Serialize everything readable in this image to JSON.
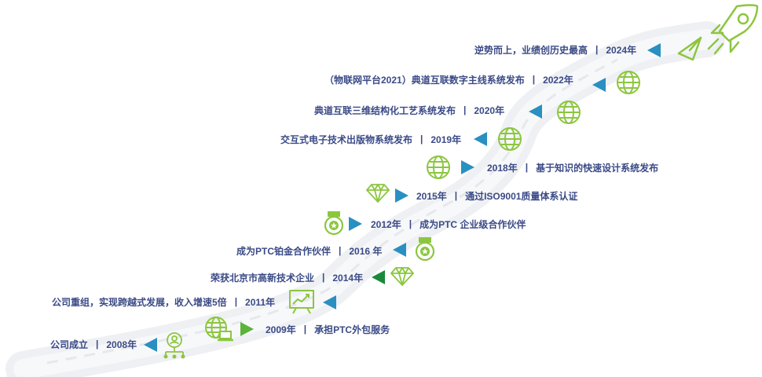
{
  "colors": {
    "accent_blue": "#2a8fc1",
    "accent_green": "#1a8a3a",
    "icon_green": "#8cc63f",
    "text": "#3a4a86"
  },
  "milestones": [
    {
      "year": "2024年",
      "sep": "|",
      "text": "逆势而上，业绩创历史最高",
      "icon": "rocket-icon"
    },
    {
      "year": "2022年",
      "sep": "|",
      "text": "（物联网平台2021）典道互联数字主线系统发布",
      "icon": "globe-icon"
    },
    {
      "year": "2020年",
      "sep": "|",
      "text": "典道互联三维结构化工艺系统发布",
      "icon": "globe-icon"
    },
    {
      "year": "2019年",
      "sep": "|",
      "text": "交互式电子技术出版物系统发布",
      "icon": "globe-icon"
    },
    {
      "year": "2018年",
      "sep": "|",
      "text": "基于知识的快速设计系统发布",
      "icon": "globe-icon"
    },
    {
      "year": "2015年",
      "sep": "|",
      "text": "通过ISO9001质量体系认证",
      "icon": "diamond-icon"
    },
    {
      "year": "2012年",
      "sep": "|",
      "text": "成为PTC 企业级合作伙伴",
      "icon": "medal-icon"
    },
    {
      "year": "2016 年",
      "sep": "|",
      "text": "成为PTC铂金合作伙伴",
      "icon": "medal-icon"
    },
    {
      "year": "2014年",
      "sep": "|",
      "text": "荣获北京市高新技术企业",
      "icon": "diamond-icon"
    },
    {
      "year": "2011年",
      "sep": "|",
      "text": "公司重组，实现跨越式发展，收入增速5倍",
      "icon": "chart-board-icon"
    },
    {
      "year": "2009年",
      "sep": "|",
      "text": "承担PTC外包服务",
      "icon": "globe-laptop-icon"
    },
    {
      "year": "2008年",
      "sep": "|",
      "text": "公司成立",
      "icon": "org-icon"
    }
  ]
}
